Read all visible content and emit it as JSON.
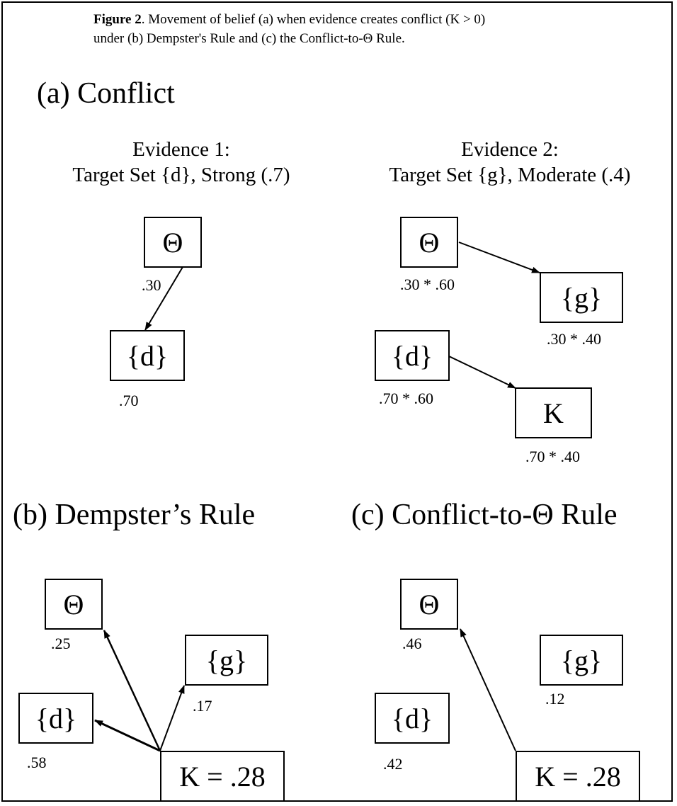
{
  "caption": {
    "figure_label": "Figure 2",
    "text_line1": ".  Movement of belief (a) when evidence creates conflict (K > 0)",
    "text_line2": "under (b) Dempster's Rule and (c) the Conflict-to-Θ Rule."
  },
  "panel_a": {
    "heading": "(a) Conflict",
    "evidence1": {
      "title": "Evidence 1:",
      "subtitle": "Target Set {d}, Strong (.7)",
      "nodes": {
        "theta": "Θ",
        "d": "{d}"
      },
      "values": {
        "theta": ".30",
        "d": ".70"
      }
    },
    "evidence2": {
      "title": "Evidence 2:",
      "subtitle": "Target Set {g}, Moderate (.4)",
      "nodes": {
        "theta": "Θ",
        "g": "{g}",
        "d": "{d}",
        "k": "K"
      },
      "values": {
        "theta": ".30 * .60",
        "g": ".30 * .40",
        "d": ".70 * .60",
        "k": ".70 * .40"
      }
    }
  },
  "panel_b": {
    "heading": "(b) Dempster’s Rule",
    "nodes": {
      "theta": "Θ",
      "g": "{g}",
      "d": "{d}",
      "k": "K = .28"
    },
    "values": {
      "theta": ".25",
      "g": ".17",
      "d": ".58"
    }
  },
  "panel_c": {
    "heading": "(c) Conflict-to-Θ Rule",
    "nodes": {
      "theta": "Θ",
      "g": "{g}",
      "d": "{d}",
      "k": "K = .28"
    },
    "values": {
      "theta": ".46",
      "g": ".12",
      "d": ".42"
    }
  }
}
